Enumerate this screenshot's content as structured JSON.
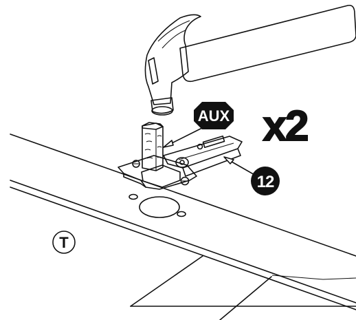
{
  "labels": {
    "aux": "AUX",
    "quantity": "x2",
    "part_number": "12",
    "panel_letter": "T"
  },
  "colors": {
    "ink": "#111111",
    "paper": "#ffffff",
    "hammer_head": "#b8b8b8",
    "hammer_handle": "#d4d4d4",
    "wood_dowel": "#d9cfbd"
  },
  "icons": {
    "hammer": "hammer-icon",
    "dowel": "wooden-dowel-icon",
    "hinge": "cabinet-hinge-icon"
  }
}
